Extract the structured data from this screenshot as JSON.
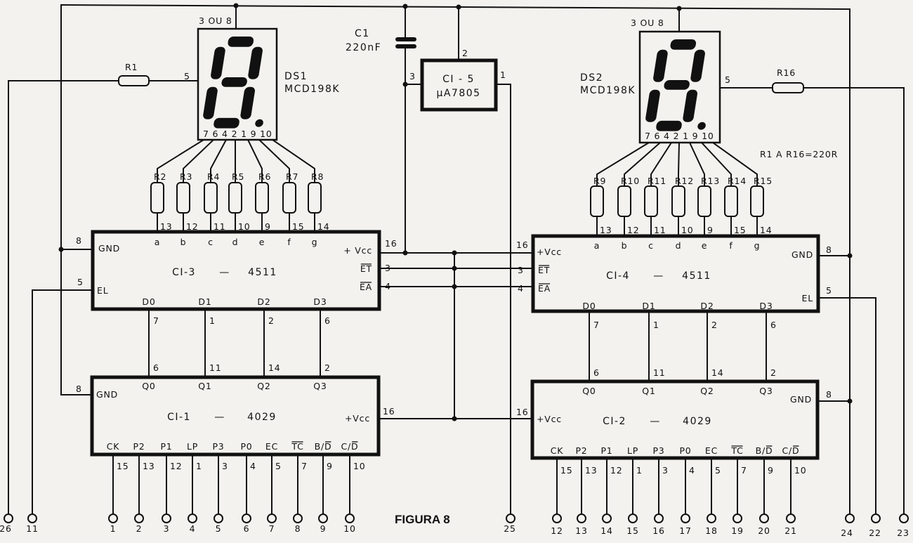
{
  "figure_title": "FIGURA 8",
  "note": "R1 A R16=220R",
  "capacitor": {
    "ref": "C1",
    "value": "220nF"
  },
  "regulator": {
    "name": "CI - 5",
    "part": "µA7805",
    "pin_top": "2",
    "pin_left": "3",
    "pin_right": "1"
  },
  "displays": [
    {
      "ref": "DS1",
      "part": "MCD198K",
      "common_pin": "3 OU 8",
      "pin_row": "7 6 4 2 1 9 10",
      "series_pin": "5"
    },
    {
      "ref": "DS2",
      "part": "MCD198K",
      "common_pin": "3 OU 8",
      "pin_row": "7 6 4 2 1 9 10",
      "series_pin": "5"
    }
  ],
  "resistors": {
    "r1": "R1",
    "r16": "R16",
    "seg1": [
      "R2",
      "R3",
      "R4",
      "R5",
      "R6",
      "R7",
      "R8"
    ],
    "seg2": [
      "R9",
      "R10",
      "R11",
      "R12",
      "R13",
      "R14",
      "R15"
    ]
  },
  "decoders": [
    {
      "name": "CI-3",
      "dash": "—",
      "part": "4511",
      "segments": [
        "a",
        "b",
        "c",
        "d",
        "e",
        "f",
        "g"
      ],
      "segment_pins": [
        "13",
        "12",
        "11",
        "10",
        "9",
        "15",
        "14"
      ],
      "gnd": "GND",
      "gnd_pin": "8",
      "vcc": "+ Vcc",
      "vcc_pin": "16",
      "et": "ET",
      "et_pin": "3",
      "ea": "EA",
      "ea_pin": "4",
      "el": "EL",
      "el_pin": "5",
      "inputs": [
        "D0",
        "D1",
        "D2",
        "D3"
      ],
      "input_pins": [
        "7",
        "1",
        "2",
        "6"
      ]
    },
    {
      "name": "CI-4",
      "dash": "—",
      "part": "4511",
      "segments": [
        "a",
        "b",
        "c",
        "d",
        "e",
        "f",
        "g"
      ],
      "segment_pins": [
        "13",
        "12",
        "11",
        "10",
        "9",
        "15",
        "14"
      ],
      "gnd": "GND",
      "gnd_pin": "8",
      "vcc": "+Vcc",
      "vcc_pin": "16",
      "et": "ET",
      "et_pin": "3",
      "ea": "EA",
      "ea_pin": "4",
      "el": "EL",
      "el_pin": "5",
      "inputs": [
        "D0",
        "D1",
        "D2",
        "D3"
      ],
      "input_pins": [
        "7",
        "1",
        "2",
        "6"
      ]
    }
  ],
  "counters": [
    {
      "name": "CI-1",
      "dash": "—",
      "part": "4029",
      "outputs": [
        "Q0",
        "Q1",
        "Q2",
        "Q3"
      ],
      "output_pins": [
        "6",
        "11",
        "14",
        "2"
      ],
      "gnd": "GND",
      "gnd_pin": "8",
      "vcc": "+Vcc",
      "vcc_pin": "16",
      "inputs": [
        "CK",
        "P2",
        "P1",
        "LP",
        "P3",
        "P0",
        "EC",
        "TC",
        "B/D",
        "C/D"
      ],
      "input_pins": [
        "15",
        "13",
        "12",
        "1",
        "3",
        "4",
        "5",
        "7",
        "9",
        "10"
      ]
    },
    {
      "name": "CI-2",
      "dash": "—",
      "part": "4029",
      "outputs": [
        "Q0",
        "Q1",
        "Q2",
        "Q3"
      ],
      "output_pins": [
        "6",
        "11",
        "14",
        "2"
      ],
      "gnd": "GND",
      "gnd_pin": "8",
      "vcc": "+Vcc",
      "vcc_pin": "16",
      "inputs": [
        "CK",
        "P2",
        "P1",
        "LP",
        "P3",
        "P0",
        "EC",
        "TC",
        "B/D",
        "C/D"
      ],
      "input_pins": [
        "15",
        "13",
        "12",
        "1",
        "3",
        "4",
        "5",
        "7",
        "9",
        "10"
      ]
    }
  ],
  "terminals": {
    "counter1": [
      "1",
      "2",
      "3",
      "4",
      "5",
      "6",
      "7",
      "8",
      "9",
      "10"
    ],
    "counter2": [
      "12",
      "13",
      "14",
      "15",
      "16",
      "17",
      "18",
      "19",
      "20",
      "21"
    ],
    "left": [
      "26",
      "11"
    ],
    "regulator_out": "25",
    "right": [
      "24",
      "22",
      "23"
    ]
  }
}
